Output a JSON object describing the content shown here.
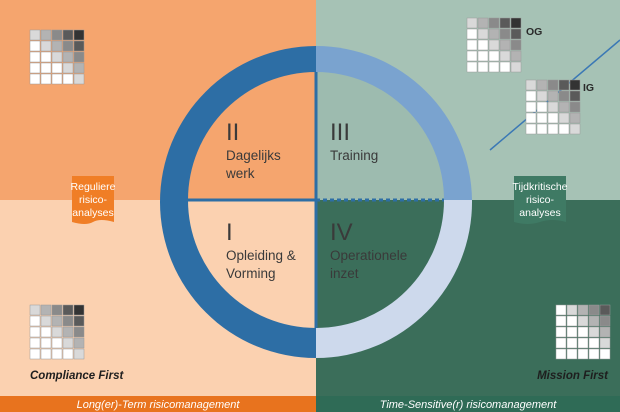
{
  "quadrants": [
    {
      "numeral": "II",
      "label_lines": [
        "Dagelijks",
        "werk"
      ]
    },
    {
      "numeral": "III",
      "label_lines": [
        "Training"
      ]
    },
    {
      "numeral": "I",
      "label_lines": [
        "Opleiding &",
        "Vorming"
      ]
    },
    {
      "numeral": "IV",
      "label_lines": [
        "Operationele",
        "inzet"
      ]
    }
  ],
  "left_tag": {
    "lines": [
      "Reguliere",
      "risico-",
      "analyses"
    ]
  },
  "right_tag": {
    "lines": [
      "Tijdkritische",
      "risico-",
      "analyses"
    ]
  },
  "corner_labels": {
    "left": "Compliance First",
    "right": "Mission First"
  },
  "footer": {
    "left": "Long(er)-Term risicomanagement",
    "right": "Time-Sensitive(r) risicomanagement"
  },
  "matrix_labels": {
    "og": "OG",
    "ig": "IG"
  },
  "colors": {
    "orange_dark": "#f5a56e",
    "orange_light": "#fbd1b0",
    "teal_dark": "#3b6e5a",
    "teal_light": "#9dbbaf",
    "teal_upper_right": "#a6c2b5",
    "blue_ring_dark": "#2d6ea5",
    "blue_ring_mid": "#7aa3cf",
    "blue_ring_light": "#cdd9ec",
    "tag_orange": "#f07e26",
    "tag_teal": "#3f7a64",
    "footer_orange": "#e8731e",
    "footer_teal": "#2f6b56"
  }
}
